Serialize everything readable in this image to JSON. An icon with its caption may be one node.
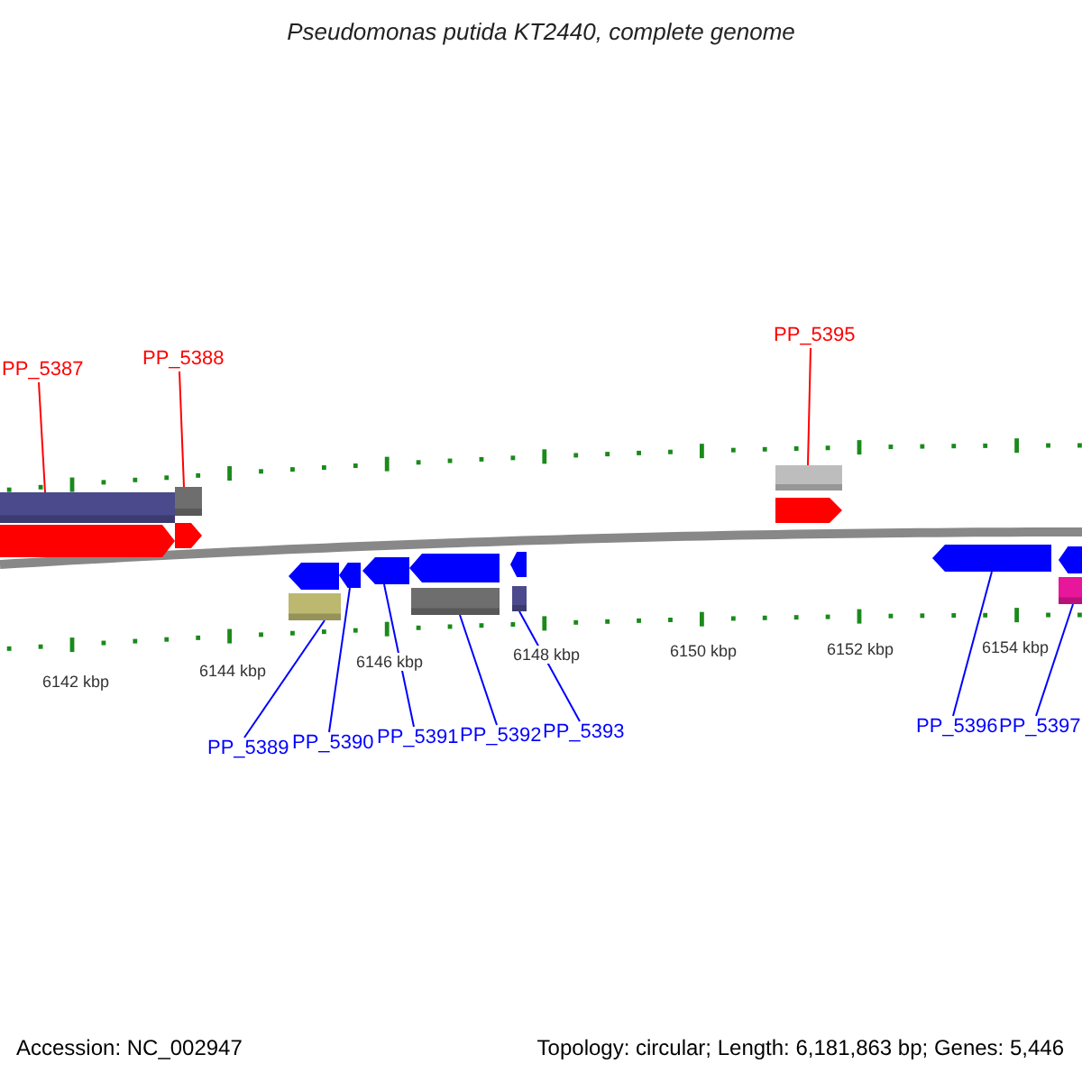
{
  "diagram": {
    "title": "Pseudomonas putida KT2440, complete genome",
    "nodes": [
      {
        "text": [
          "PP_5387"
        ]
      },
      {
        "text": [
          "PP_5388"
        ]
      },
      {
        "text": [
          "PP_5395"
        ]
      },
      {
        "text": [
          "PP_5389"
        ]
      },
      {
        "text": [
          "PP_5390"
        ]
      },
      {
        "text": [
          "PP_5391"
        ]
      },
      {
        "text": [
          "PP_5392"
        ]
      },
      {
        "text": [
          "PP_5393"
        ]
      },
      {
        "text": [
          "PP_5396"
        ]
      },
      {
        "text": [
          "PP_5397"
        ]
      },
      {
        "text": [],
        "shape": "bar"
      },
      {
        "text": [],
        "shape": "bar"
      },
      {
        "text": [],
        "shape": "pentagon"
      },
      {
        "text": [],
        "shape": "pentagon"
      },
      {
        "text": [],
        "shape": "bar"
      },
      {
        "text": [],
        "shape": "pentagon"
      },
      {
        "text": [],
        "shape": "pentagon"
      },
      {
        "text": [],
        "shape": "pentagon"
      },
      {
        "text": [],
        "shape": "pentagon"
      },
      {
        "text": [],
        "shape": "pentagon"
      },
      {
        "text": [],
        "shape": "pentagon"
      },
      {
        "text": [],
        "shape": "bar"
      },
      {
        "text": [],
        "shape": "bar"
      },
      {
        "text": [],
        "shape": "bar"
      },
      {
        "text": [],
        "shape": "pentagon"
      },
      {
        "text": [],
        "shape": "pentagon"
      },
      {
        "text": [],
        "shape": "bar"
      }
    ],
    "edges": [
      {
        "from": 0,
        "to": 10,
        "arrow": "none",
        "color": "#ff0000"
      },
      {
        "from": 1,
        "to": 11,
        "arrow": "none",
        "color": "#ff0000"
      },
      {
        "from": 2,
        "to": 14,
        "arrow": "none",
        "color": "#ff0000"
      },
      {
        "from": 3,
        "to": 21,
        "arrow": "none"
      },
      {
        "from": 4,
        "to": 17,
        "arrow": "none"
      },
      {
        "from": 5,
        "to": 18,
        "arrow": "none"
      },
      {
        "from": 6,
        "to": 22,
        "arrow": "none"
      },
      {
        "from": 7,
        "to": 23,
        "arrow": "none"
      },
      {
        "from": 8,
        "to": 24,
        "arrow": "none"
      },
      {
        "from": 9,
        "to": 26,
        "arrow": "none"
      }
    ],
    "labels": [
      "6142 kbp",
      "6144 kbp",
      "6146 kbp",
      "6148 kbp",
      "6150 kbp",
      "6152 kbp",
      "6154 kbp",
      "Accession: NC_002947",
      "Topology: circular; Length: 6,181,863 bp; Genes: 5,446"
    ]
  }
}
